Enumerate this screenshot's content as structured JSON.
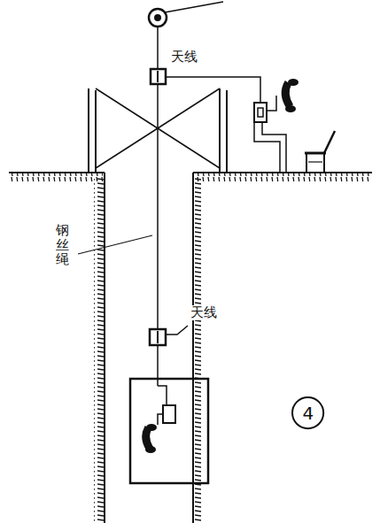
{
  "diagram": {
    "nodes": [
      {
        "text": [
          "4"
        ]
      }
    ],
    "labels": [
      "天线",
      "天线",
      "钢丝绳"
    ]
  }
}
